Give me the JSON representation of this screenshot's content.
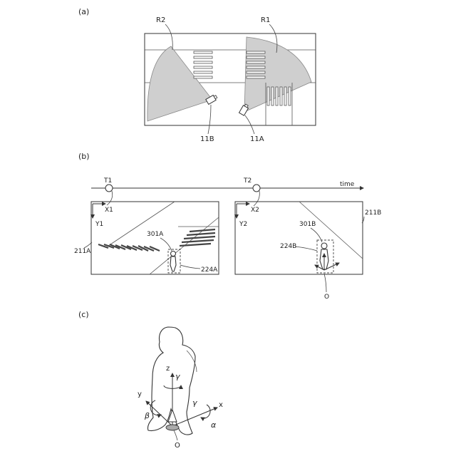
{
  "panels": {
    "a": {
      "label": "(a)",
      "regions": [
        "R1",
        "R2"
      ],
      "cameras": [
        "11A",
        "11B"
      ]
    },
    "b": {
      "label": "(b)",
      "time_label": "time",
      "times": [
        "T1",
        "T2"
      ],
      "frames": [
        {
          "id": "211A",
          "x_axis": "X1",
          "y_axis": "Y1",
          "head": "301A",
          "box": "224A"
        },
        {
          "id": "211B",
          "x_axis": "X2",
          "y_axis": "Y2",
          "head": "301B",
          "box": "224B",
          "origin": "O"
        }
      ]
    },
    "c": {
      "label": "(c)",
      "axes": {
        "x": "x",
        "y": "y",
        "z": "z"
      },
      "rotations": {
        "alpha": "α",
        "beta": "β",
        "gamma": "γ"
      },
      "origin": "O"
    }
  },
  "colors": {
    "line": "#333333",
    "cone_fill": "#cfcfcf",
    "background": "#ffffff"
  }
}
